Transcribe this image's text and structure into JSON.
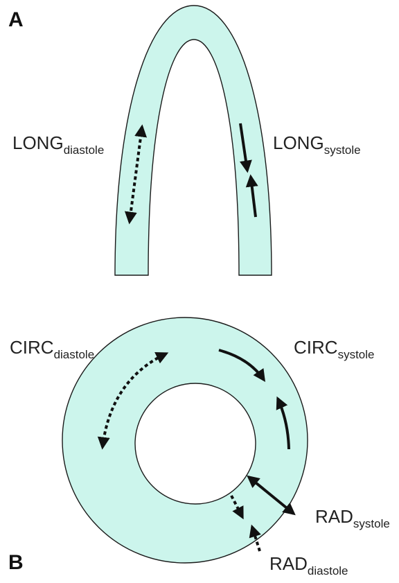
{
  "panels": {
    "a": "A",
    "b": "B"
  },
  "labels": {
    "long_diastole": {
      "main": "LONG",
      "sub": "diastole"
    },
    "long_systole": {
      "main": "LONG",
      "sub": "systole"
    },
    "circ_diastole": {
      "main": "CIRC",
      "sub": "diastole"
    },
    "circ_systole": {
      "main": "CIRC",
      "sub": "systole"
    },
    "rad_systole": {
      "main": "RAD",
      "sub": "systole"
    },
    "rad_diastole": {
      "main": "RAD",
      "sub": "diastole"
    }
  },
  "colors": {
    "myocardium_fill": "#ccf5ec",
    "outline": "#1a1a1a",
    "arrow": "#111111",
    "background": "#ffffff"
  },
  "legend_semantics": {
    "solid_arrow": "systole",
    "dashed_arrow": "diastole"
  }
}
